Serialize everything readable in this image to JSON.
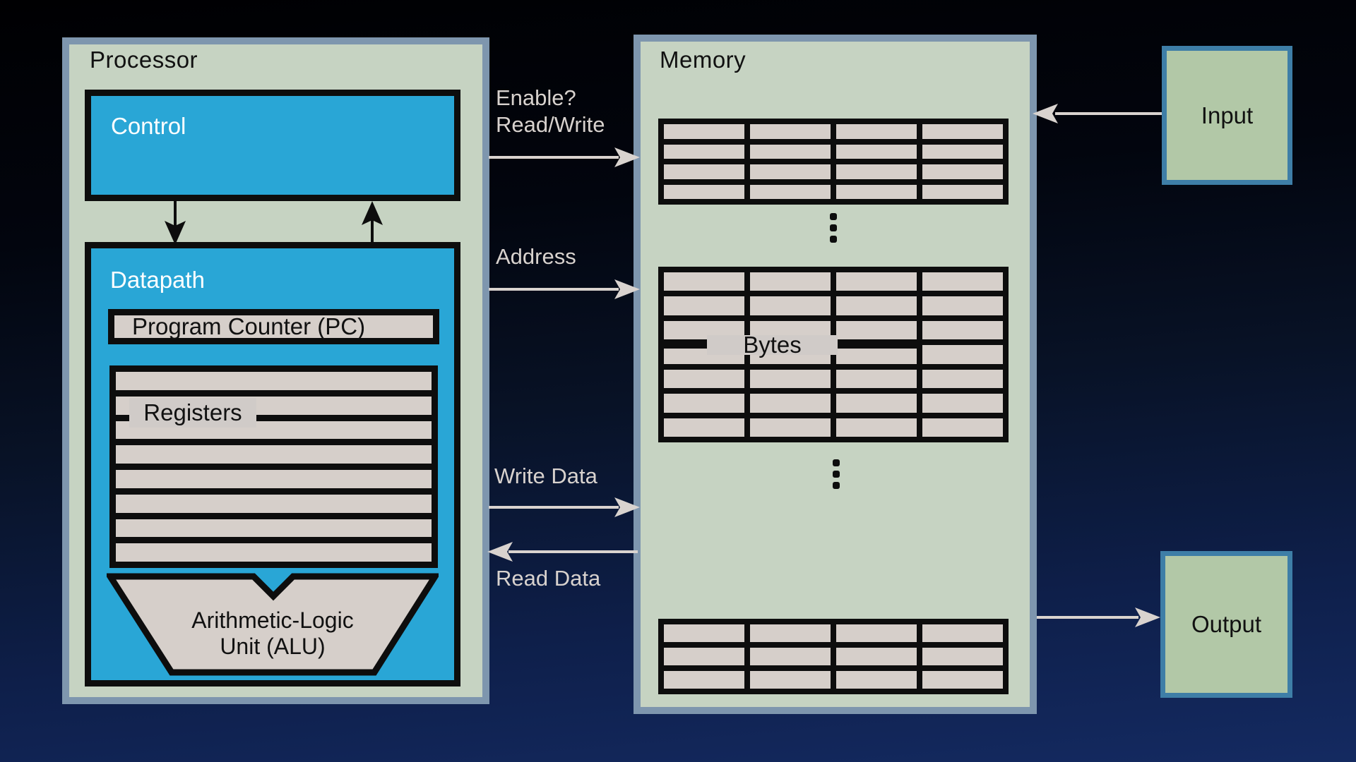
{
  "slide": {
    "background_top": "#000002",
    "background_bottom": "#142a61"
  },
  "colors": {
    "panel_fill": "#c6d3c2",
    "panel_border": "#7e96ae",
    "block_fill": "#29a6d6",
    "cell_fill": "#d6cfca",
    "line_black": "#0d0d0d",
    "io_fill": "#b2c8a7",
    "io_border": "#3e7ea7",
    "arrow_gray": "#d9d3cf"
  },
  "processor": {
    "title": "Processor",
    "control_label": "Control",
    "datapath_label": "Datapath",
    "pc_label": "Program Counter (PC)",
    "registers_label": "Registers",
    "register_rows": 8,
    "register_columns": 1,
    "alu_line1": "Arithmetic-Logic",
    "alu_line2": "Unit (ALU)"
  },
  "memory": {
    "title": "Memory",
    "bytes_label": "Bytes",
    "columns": 4,
    "table1_rows": 4,
    "table2_rows": 7,
    "table3_rows": 3
  },
  "bus": {
    "enable": "Enable?",
    "read_write": "Read/Write",
    "address": "Address",
    "write_data": "Write Data",
    "read_data": "Read Data"
  },
  "io": {
    "input_label": "Input",
    "output_label": "Output"
  }
}
